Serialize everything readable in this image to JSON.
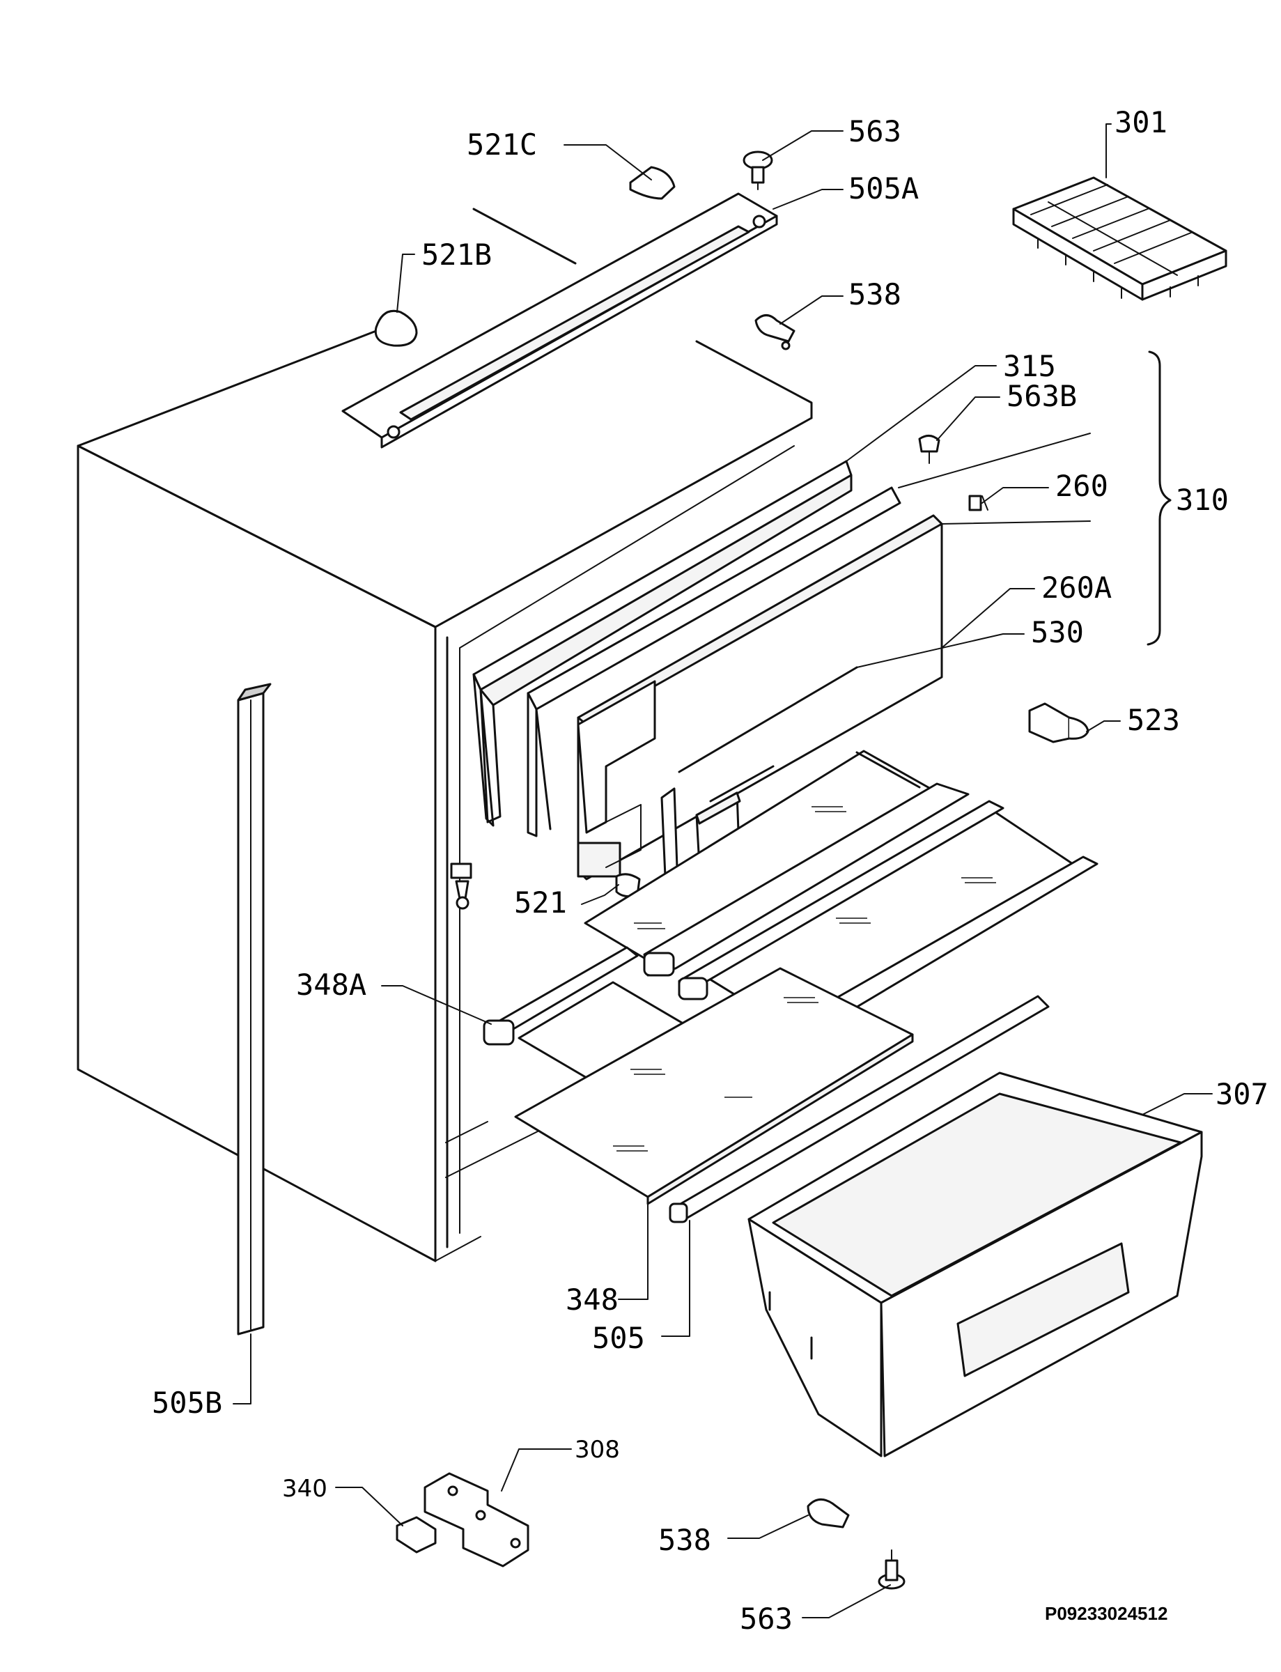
{
  "diagram": {
    "labels": {
      "p301": "301",
      "p307": "307",
      "p308": "308",
      "p310": "310",
      "p315": "315",
      "p340": "340",
      "p348": "348",
      "p348A": "348A",
      "p260": "260",
      "p260A": "260A",
      "p505": "505",
      "p505A": "505A",
      "p505B": "505B",
      "p521": "521",
      "p521B": "521B",
      "p521C": "521C",
      "p523": "523",
      "p530": "530",
      "p538_top": "538",
      "p538_bottom": "538",
      "p563_top": "563",
      "p563B": "563B",
      "p563_bottom": "563"
    },
    "drawing_code": "P09233024512"
  }
}
